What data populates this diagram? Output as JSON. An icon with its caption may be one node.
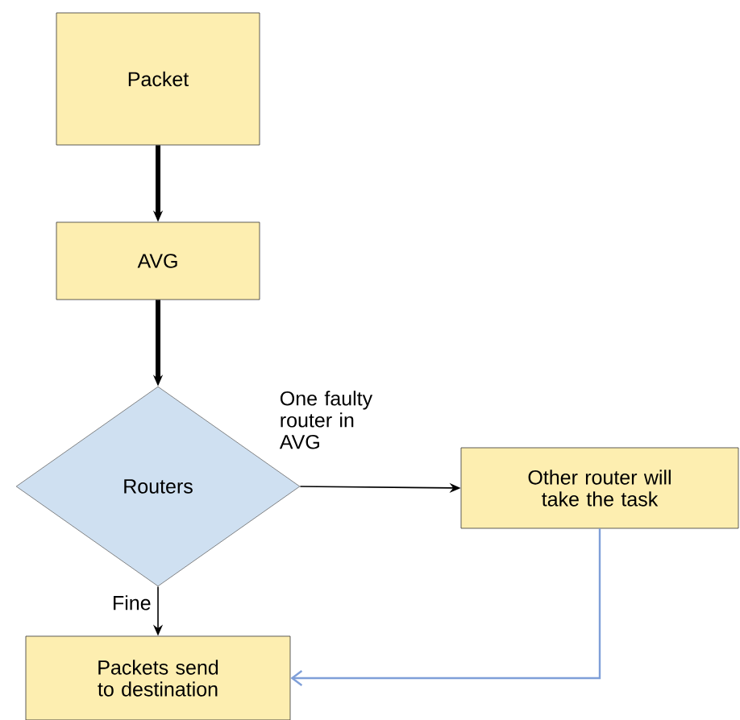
{
  "diagram": {
    "nodes": [
      {
        "text": [
          "Packet"
        ]
      },
      {
        "text": [
          "AVG"
        ]
      },
      {
        "text": [
          "Routers"
        ]
      },
      {
        "text": [
          "Other router will take the task"
        ]
      },
      {
        "text": [
          "Packets send to destination"
        ]
      }
    ],
    "edges": [
      {
        "from": 0,
        "to": 1,
        "arrow": "to",
        "style": "thick"
      },
      {
        "from": 1,
        "to": 2,
        "arrow": "to",
        "style": "thick"
      },
      {
        "from": 2,
        "to": 3,
        "arrow": "to",
        "label": "One faulty router in AVG"
      },
      {
        "from": 2,
        "to": 4,
        "arrow": "to",
        "label": "Fine"
      },
      {
        "from": 3,
        "to": 4,
        "arrow": "to",
        "color": "#7f9fd8"
      }
    ]
  }
}
